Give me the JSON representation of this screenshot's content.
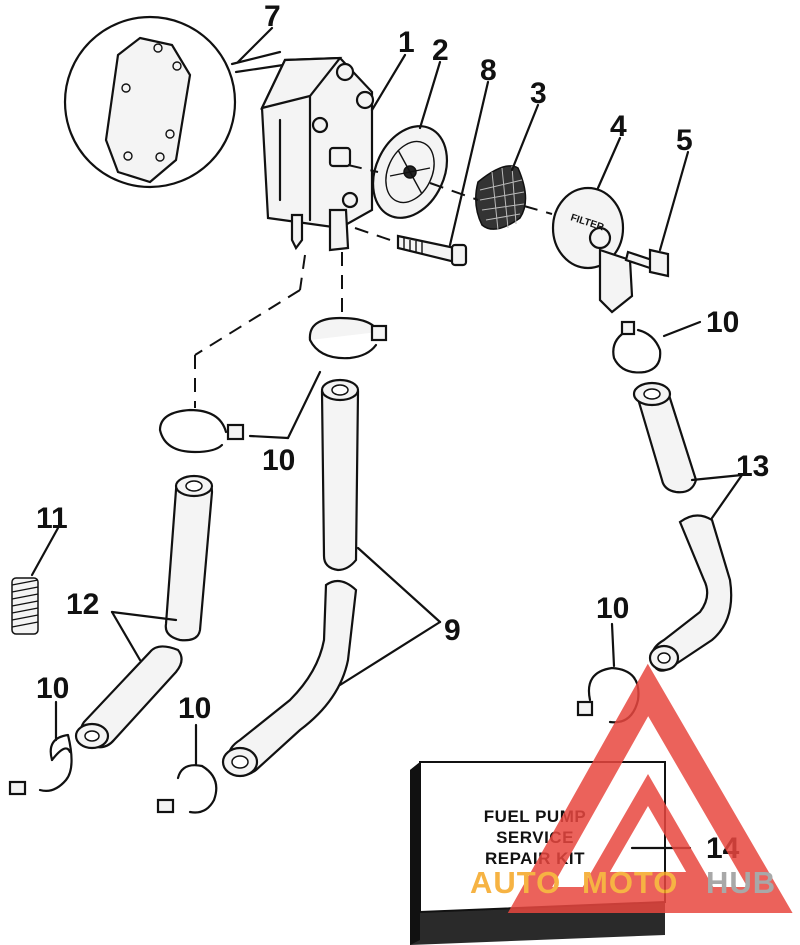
{
  "callouts": {
    "c1": "1",
    "c2": "2",
    "c3": "3",
    "c4": "4",
    "c5": "5",
    "c7": "7",
    "c8": "8",
    "c9": "9",
    "c10a": "10",
    "c10b": "10",
    "c10c": "10",
    "c10d": "10",
    "c10e": "10",
    "c11": "11",
    "c12": "12",
    "c13": "13",
    "c14": "14"
  },
  "filter_label": "FILTER",
  "kit_box": {
    "line1": "FUEL PUMP",
    "line2": "SERVICE",
    "line3": "REPAIR KIT"
  },
  "watermark": {
    "part1": "AUTO",
    "part2": "MOTO",
    "part3": "HUB",
    "colors": {
      "red": "#e8473f",
      "orange": "#f5a623",
      "grey": "#9a9a9a"
    }
  }
}
